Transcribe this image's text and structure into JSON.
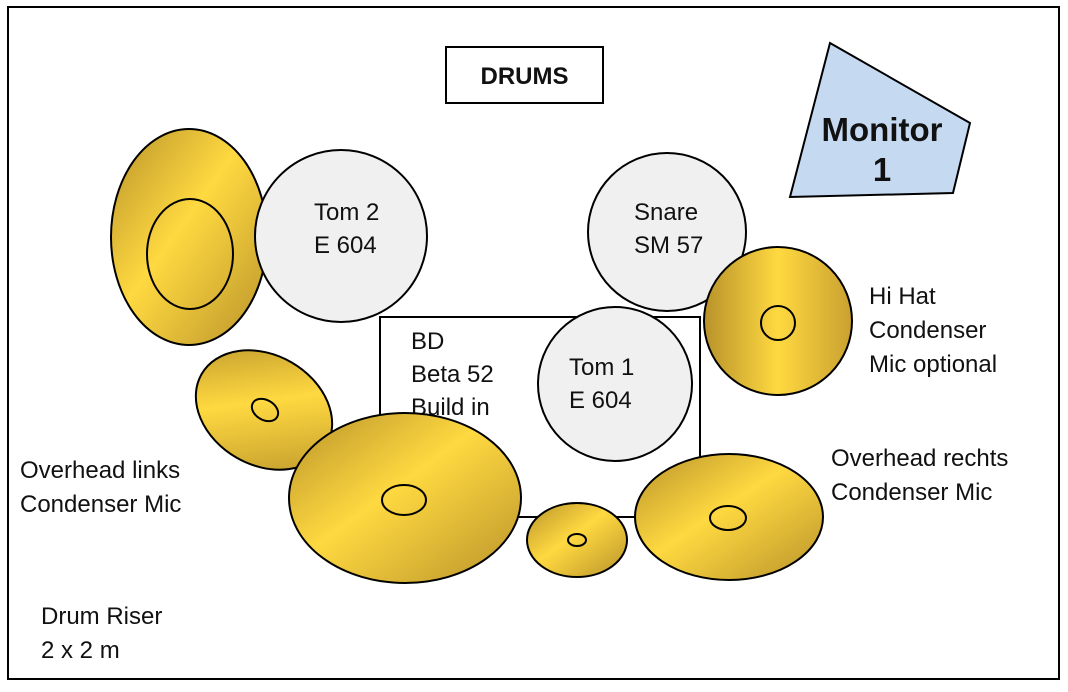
{
  "title": "DRUMS",
  "monitor": {
    "lines": [
      "Monitor",
      "1"
    ],
    "fill": "#c5d9f1"
  },
  "tom2": {
    "lines": [
      "Tom 2",
      "E 604"
    ]
  },
  "snare": {
    "lines": [
      "Snare",
      "SM 57"
    ]
  },
  "bass_drum": {
    "lines": [
      "BD",
      "Beta 52",
      "Build in"
    ]
  },
  "tom1": {
    "lines": [
      "Tom 1",
      "E 604"
    ]
  },
  "hihat": {
    "lines": [
      "Hi Hat",
      "Condenser",
      "Mic optional"
    ]
  },
  "overhead_left": {
    "lines": [
      "Overhead links",
      "Condenser Mic"
    ]
  },
  "overhead_right": {
    "lines": [
      "Overhead rechts",
      "Condenser Mic"
    ]
  },
  "riser": {
    "lines": [
      "Drum Riser",
      "2 x 2 m"
    ]
  },
  "colors": {
    "drum": "#f0f0f0",
    "cymbal_light": "#ffd940",
    "cymbal_dark": "#b8922a",
    "outline": "#000000"
  }
}
